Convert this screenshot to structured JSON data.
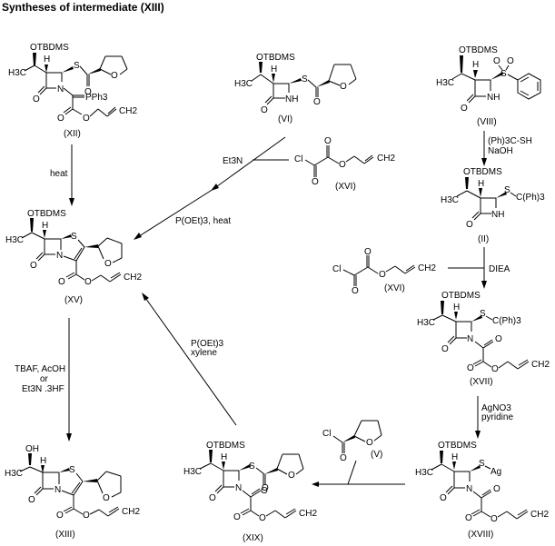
{
  "title": "Syntheses of intermediate (XIII)",
  "compounds": {
    "XII": {
      "label": "(XII)",
      "protecting_group": "OTBDMS",
      "h": "H",
      "methyl": "H3C",
      "s": "S",
      "o_ring": "O",
      "o_carbonyl": "O",
      "n": "N",
      "ylide": "PPh3",
      "ester_o": "O",
      "ester_o2": "O",
      "allyl": "CH2",
      "lactam_o": "O"
    },
    "VI": {
      "label": "(VI)",
      "protecting_group": "OTBDMS",
      "h": "H",
      "methyl": "H3C",
      "s": "S",
      "o_ring": "O",
      "o_carbonyl": "O",
      "nh": "NH",
      "lactam_o": "O"
    },
    "VIII": {
      "label": "(VIII)",
      "protecting_group": "OTBDMS",
      "h": "H",
      "methyl": "H3C",
      "sulfonyl_o1": "O",
      "sulfonyl_o2": "O",
      "s": "S",
      "nh": "NH",
      "lactam_o": "O"
    },
    "II": {
      "label": "(II)",
      "protecting_group": "OTBDMS",
      "h": "H",
      "methyl": "H3C",
      "s": "S",
      "trityl": "C(Ph)3",
      "nh": "NH",
      "lactam_o": "O"
    },
    "XVI_top": {
      "label": "(XVI)",
      "cl": "Cl",
      "o1": "O",
      "o2": "O",
      "o3": "O",
      "allyl": "CH2"
    },
    "XVI_mid": {
      "label": "(XVI)",
      "cl": "Cl",
      "o1": "O",
      "o2": "O",
      "o3": "O",
      "allyl": "CH2"
    },
    "XV": {
      "label": "(XV)",
      "protecting_group": "OTBDMS",
      "h": "H",
      "methyl": "H3C",
      "s": "S",
      "n": "N",
      "o_ring": "O",
      "lactam_o": "O",
      "ester_o": "O",
      "ester_o2": "O",
      "allyl": "CH2"
    },
    "XVII": {
      "label": "(XVII)",
      "protecting_group": "OTBDMS",
      "h": "H",
      "methyl": "H3C",
      "s": "S",
      "trityl": "C(Ph)3",
      "n": "N",
      "lactam_o": "O",
      "oxo": "O",
      "ester_o": "O",
      "ester_o2": "O",
      "allyl": "CH2"
    },
    "XIII": {
      "label": "(XIII)",
      "hydroxyl": "OH",
      "h": "H",
      "methyl": "H3C",
      "s": "S",
      "n": "N",
      "o_ring": "O",
      "lactam_o": "O",
      "ester_o": "O",
      "ester_o2": "O",
      "allyl": "CH2"
    },
    "XIX": {
      "label": "(XIX)",
      "protecting_group": "OTBDMS",
      "h": "H",
      "methyl": "H3C",
      "s": "S",
      "o_ring": "O",
      "o_carbonyl": "O",
      "n": "N",
      "lactam_o": "O",
      "oxo": "O",
      "ester_o": "O",
      "ester_o2": "O",
      "allyl": "CH2"
    },
    "V": {
      "label": "(V)",
      "cl": "Cl",
      "o_ring": "O",
      "o_carbonyl": "O"
    },
    "XVIII": {
      "label": "(XVIII)",
      "protecting_group": "OTBDMS",
      "h": "H",
      "methyl": "H3C",
      "s": "S",
      "ag": "Ag",
      "n": "N",
      "lactam_o": "O",
      "oxo": "O",
      "ester_o": "O",
      "ester_o2": "O",
      "allyl": "CH2"
    }
  },
  "reagents": {
    "heat": "heat",
    "et3n": "Et3N",
    "poet3_heat": "P(OEt)3, heat",
    "trityl_thiol": "(Ph)3C-SH",
    "naoh": "NaOH",
    "diea": "DIEA",
    "tbaf": "TBAF, AcOH",
    "or": "or",
    "et3n_hf": "Et3N .3HF",
    "poet3": "P(OEt)3",
    "xylene": "xylene",
    "agno3": "AgNO3",
    "pyridine": "pyridine"
  }
}
